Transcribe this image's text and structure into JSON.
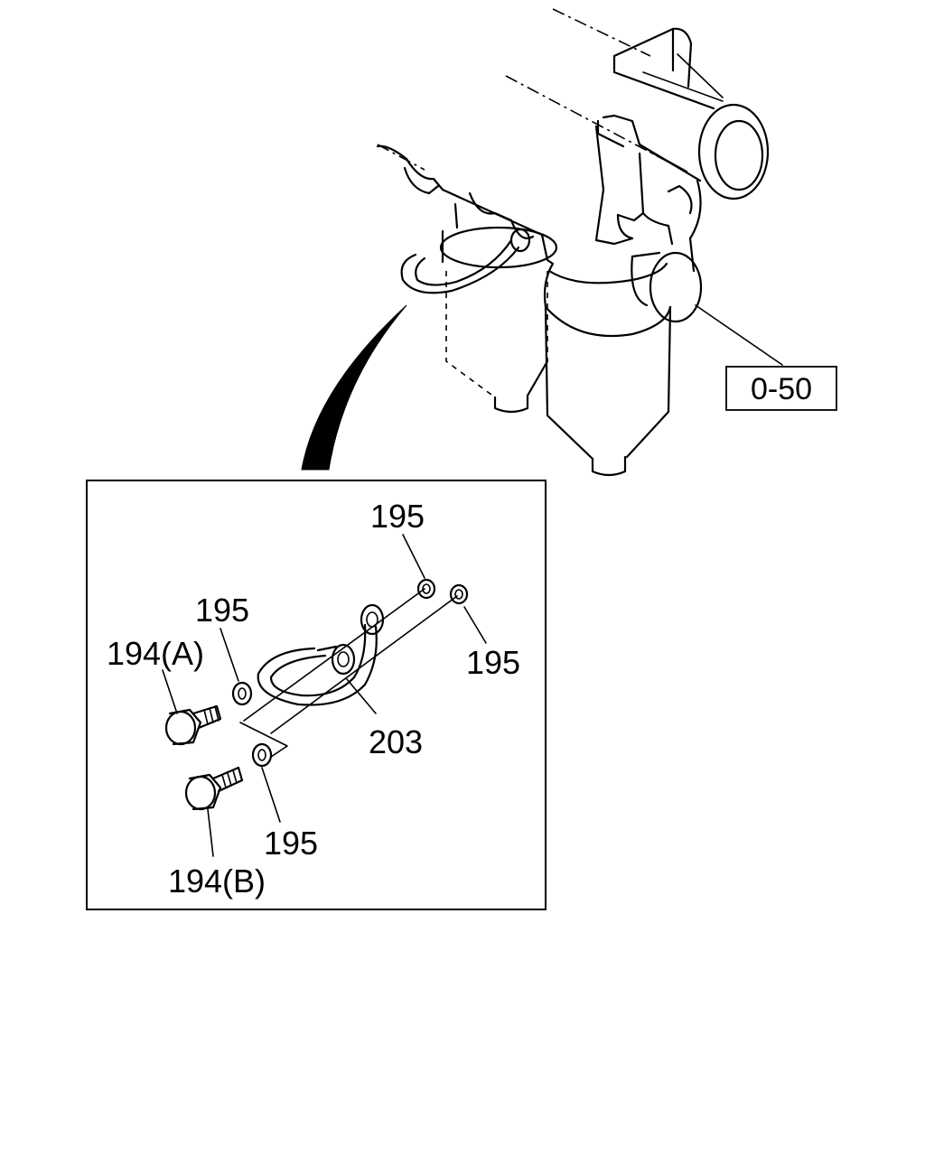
{
  "reference_box": {
    "label": "0-50"
  },
  "callouts": {
    "washer_top": "195",
    "washer_left": "195",
    "washer_right": "195",
    "washer_bottom": "195",
    "bolt_a": "194(A)",
    "bolt_b": "194(B)",
    "pipe": "203"
  }
}
